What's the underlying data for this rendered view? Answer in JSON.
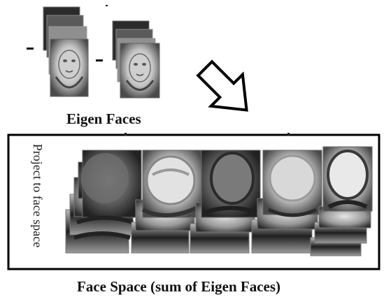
{
  "top_label": "Eigen Faces",
  "bottom_label": "Face Space (sum of Eigen Faces)",
  "side_label": "Project to face space",
  "colors": {
    "ink": "#111111",
    "frame": "#000000",
    "face_light": "#d6d6d6",
    "face_dark": "#3a3a3a"
  }
}
